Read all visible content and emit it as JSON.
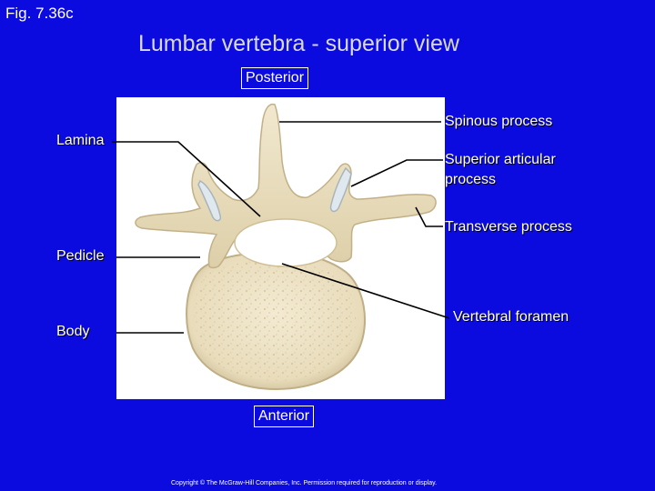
{
  "figure_label": "Fig. 7.36c",
  "title": "Lumbar vertebra - superior view",
  "orientation": {
    "top": "Posterior",
    "bottom": "Anterior"
  },
  "labels": {
    "spinous_process": "Spinous process",
    "lamina": "Lamina",
    "superior_articular_line1": "Superior articular",
    "superior_articular_line2": "process",
    "transverse_process": "Transverse process",
    "pedicle": "Pedicle",
    "vertebral_foramen": "Vertebral foramen",
    "body": "Body"
  },
  "copyright": "Copyright © The McGraw-Hill Companies, Inc. Permission required for reproduction or display.",
  "colors": {
    "background": "#0b0be0",
    "bone": "#eadfc2",
    "bone_shadow": "#cdbd95",
    "cartilage": "#dfe8ee",
    "panel": "#ffffff",
    "leader_lines": "#000000"
  }
}
